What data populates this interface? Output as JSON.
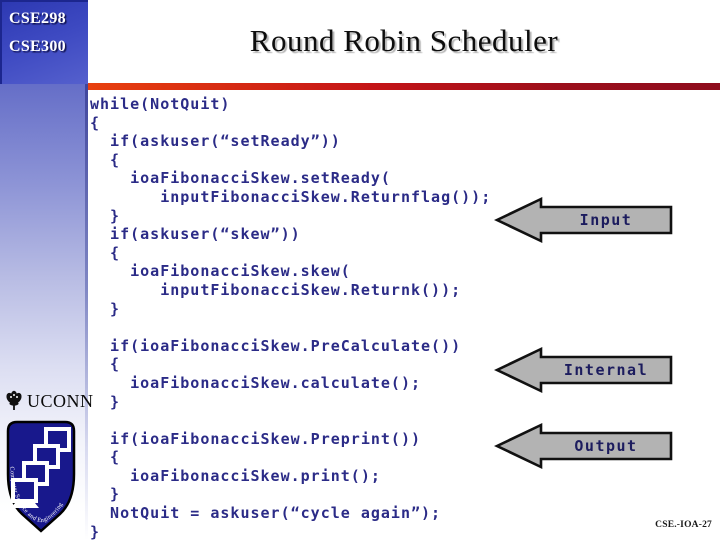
{
  "header": {
    "course_labels": [
      "CSE298",
      "CSE300"
    ],
    "title": "Round Robin Scheduler"
  },
  "code": {
    "lines": [
      "while(NotQuit)",
      "{",
      "  if(askuser(“setReady”))",
      "  {",
      "    ioaFibonacciSkew.setReady(",
      "       inputFibonacciSkew.Returnflag());",
      "  }",
      "  if(askuser(“skew”))",
      "  {",
      "    ioaFibonacciSkew.skew(",
      "       inputFibonacciSkew.Returnk());",
      "  }",
      "",
      "  if(ioaFibonacciSkew.PreCalculate())",
      "  {",
      "    ioaFibonacciSkew.calculate();",
      "  }",
      "",
      "  if(ioaFibonacciSkew.Preprint())",
      "  {",
      "    ioaFibonacciSkew.print();",
      "  }",
      "  NotQuit = askuser(“cycle again”);",
      "}"
    ]
  },
  "arrows": [
    {
      "label": "Input"
    },
    {
      "label": "Internal"
    },
    {
      "label": "Output"
    }
  ],
  "logo": {
    "wordmark": "UCONN",
    "emblem_icon": "uconn-oak-leaf-icon",
    "shield_icon": "cse-shield-icon",
    "shield_caption": "Computer Science and Engineering"
  },
  "footer": {
    "slide_id": "CSE.-IOA-27"
  },
  "colors": {
    "accent_bar_left": "#e8400e",
    "accent_bar_right": "#8e0c1c",
    "course_box_blue": "#3e4ac2",
    "sidebar_top_blue": "#666fc8",
    "code_text": "#2b2b87",
    "arrow_fill": "#b3b3b3",
    "arrow_label_text": "#1c1c5e",
    "shield_blue": "#18188c"
  }
}
